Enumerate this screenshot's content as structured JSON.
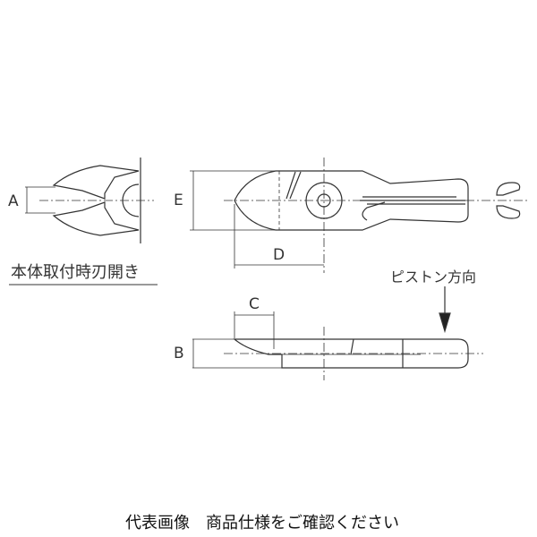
{
  "labels": {
    "a": "A",
    "b": "B",
    "c": "C",
    "d": "D",
    "e": "E"
  },
  "side_caption": "本体取付時刃開き",
  "piston_direction": "ピストン方向",
  "footer": "代表画像　商品仕様をご確認ください",
  "colors": {
    "line": "#333333"
  }
}
